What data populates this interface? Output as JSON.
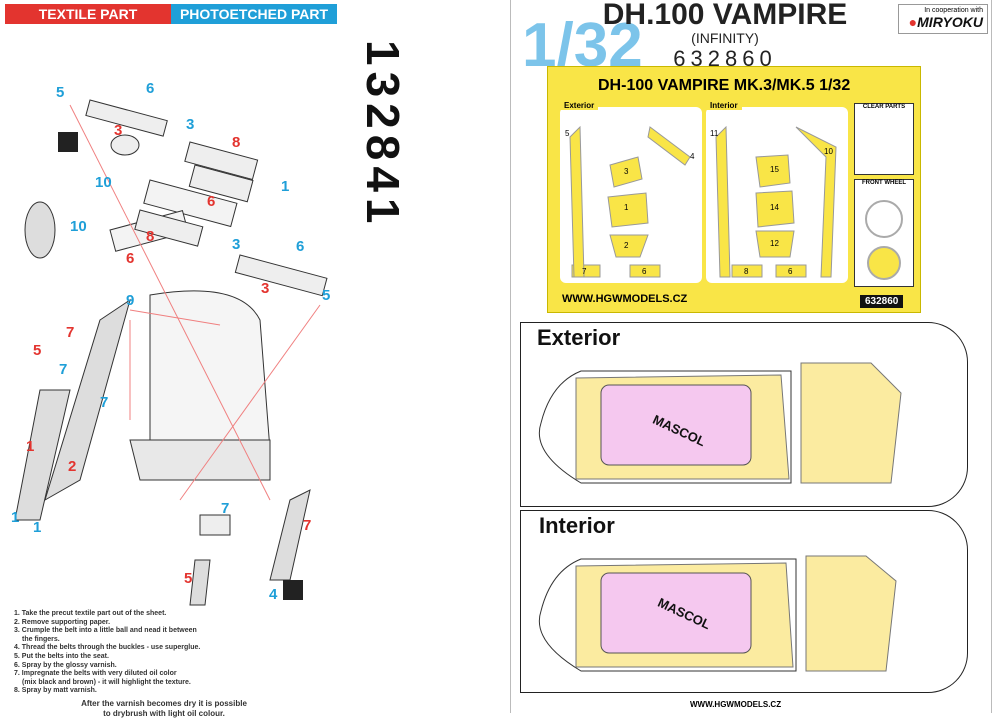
{
  "left": {
    "textile_label": "TEXTILE PART",
    "photoetched_label": "PHOTOETCHED PART",
    "colors": {
      "textile": "#e3342f",
      "photoetched": "#1f9fd8"
    },
    "kit_number": "132841",
    "part_labels": [
      "5",
      "6",
      "3",
      "3",
      "8",
      "1",
      "10",
      "6",
      "10",
      "8",
      "6",
      "3",
      "6",
      "3",
      "5",
      "9",
      "7",
      "5",
      "7",
      "7",
      "1",
      "2",
      "1",
      "1",
      "7",
      "7",
      "5",
      "4"
    ],
    "instructions": [
      "1. Take the precut textile part out of the sheet.",
      "2. Remove supporting paper.",
      "3. Crumple the belt into a little ball and nead it between",
      "    the fingers.",
      "4. Thread the belts through the buckles - use superglue.",
      "5. Put the belts into the seat.",
      "6. Spray by the glossy varnish.",
      "7. Impregnate the belts with very diluted oil color",
      "    (mix black and brown) - it will highlight the texture.",
      "8. Spray by matt varnish."
    ],
    "note": [
      "After the varnish becomes dry it is possible",
      "to drybrush with light oil colour."
    ]
  },
  "right": {
    "title": "DH.100 VAMPIRE",
    "subtitle": "(INFINITY)",
    "scale": "1/32",
    "code": "632860",
    "cooperation": "In cooperation with",
    "partner": "MIRYOKU",
    "card": {
      "title": "DH-100 VAMPIRE MK.3/MK.5 1/32",
      "exterior": "Exterior",
      "interior": "Interior",
      "clear_parts": "CLEAR PARTS",
      "front_wheel": "FRONT WHEEL",
      "url": "WWW.HGWMODELS.CZ",
      "code": "632860",
      "ext_numbers": [
        "5",
        "4",
        "3",
        "1",
        "2",
        "7",
        "6"
      ],
      "int_numbers": [
        "11",
        "10",
        "15",
        "14",
        "12",
        "8",
        "6"
      ]
    },
    "exterior_title": "Exterior",
    "interior_title": "Interior",
    "mascol": "MASCOL",
    "footer": "WWW.HGWMODELS.CZ"
  }
}
